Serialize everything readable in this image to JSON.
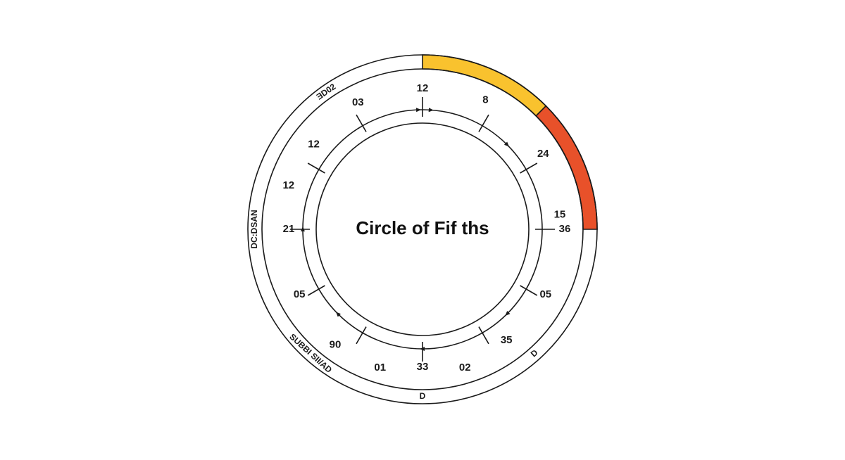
{
  "diagram": {
    "title": "Circle of Fif ths",
    "outer_numbers": [
      {
        "text": "12",
        "angle": 0
      },
      {
        "text": "8",
        "angle": 30
      },
      {
        "text": "24",
        "angle": 60
      },
      {
        "text": "15",
        "angle": 90
      },
      {
        "text": "36",
        "angle": 120
      },
      {
        "text": "05",
        "angle": 150
      },
      {
        "text": "35",
        "angle": 180
      },
      {
        "text": "02",
        "angle": 210
      },
      {
        "text": "33",
        "angle": 240
      },
      {
        "text": "01",
        "angle": 270
      },
      {
        "text": "90",
        "angle": 300
      },
      {
        "text": "05",
        "angle": 330
      },
      {
        "text": "21",
        "angle": 360
      },
      {
        "text": "12",
        "angle": 390
      },
      {
        "text": "12",
        "angle": 420
      },
      {
        "text": "03",
        "angle": 450
      }
    ],
    "ring_labels": [
      {
        "text": "ƎD02",
        "angle": -35
      },
      {
        "text": "DC:DSAN",
        "angle": -90
      },
      {
        "text": "SUBBI SII/AD",
        "angle": -138
      },
      {
        "text": "D",
        "angle": 180
      },
      {
        "text": "D",
        "angle": 138
      }
    ],
    "highlight_colors": {
      "yellow": "#f9c22e",
      "red": "#e8512a"
    }
  }
}
